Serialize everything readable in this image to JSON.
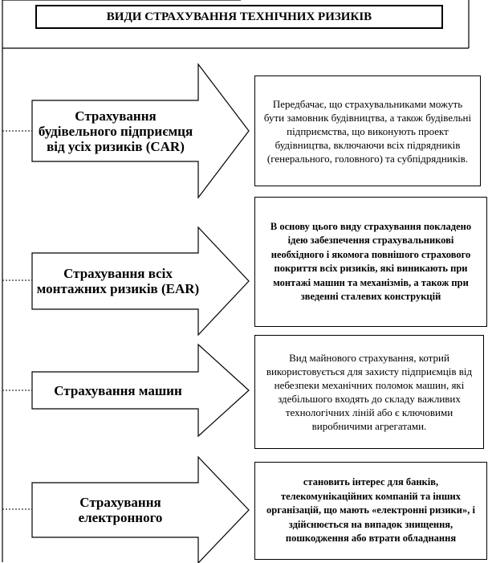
{
  "title": "ВИДИ СТРАХУВАННЯ ТЕХНІЧНИХ РИЗИКІВ",
  "items": [
    {
      "name": "Страхування будівельного підприємця від усіх ризиків (CAR)",
      "description": "Передбачає, що страхувальниками можуть бути замовник будівництва, а також будівельні підприємства, що виконують проект будівництва, включаючи всіх підрядників (генерального, головного) та субпідрядників."
    },
    {
      "name": "Страхування всіх монтажних ризиків (EAR)",
      "description": "В основу цього виду страхування покладено ідею забезпечення страхувальникові необхідного і якомога повнішого страхового покриття всіх ризиків, які виникають при монтажі машин та механізмів, а також при зведенні сталевих конструкцій"
    },
    {
      "name": "Страхування машин",
      "description": "Вид майнового страхування, котрий використовується для захисту підприємців від небезпеки механічних поломок машин, які здебільшого входять до складу важливих технологічних ліній або є ключовими виробничими агрегатами."
    },
    {
      "name": "Страхування електронного",
      "description": "становить інтерес для банків, телекомунікаційних компаній та інших організацій, що мають «електронні ризики», і здійснюється на випадок знищення, пошкодження або втрати обладнання"
    }
  ]
}
